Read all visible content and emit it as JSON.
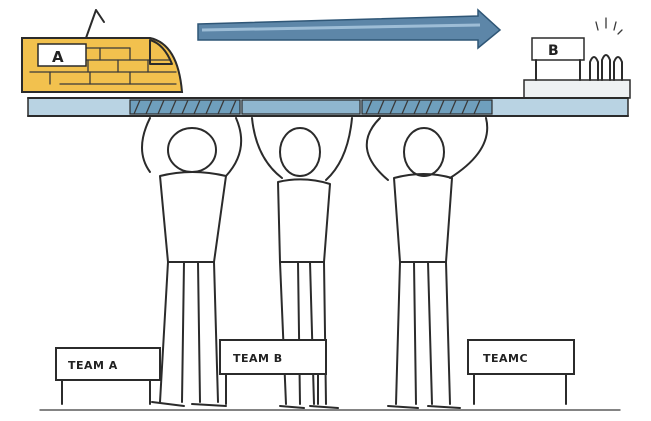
{
  "scene": {
    "train_label": "A",
    "station_label": "B",
    "signs": [
      {
        "label": "TEAM A"
      },
      {
        "label": "TEAM B"
      },
      {
        "label": "TEAMC"
      }
    ]
  },
  "colors": {
    "train_yellow": "#f2c14e",
    "track_blue": "#7aa8c4",
    "arrow_blue": "#3f6f95",
    "ink": "#2b2b2b"
  }
}
